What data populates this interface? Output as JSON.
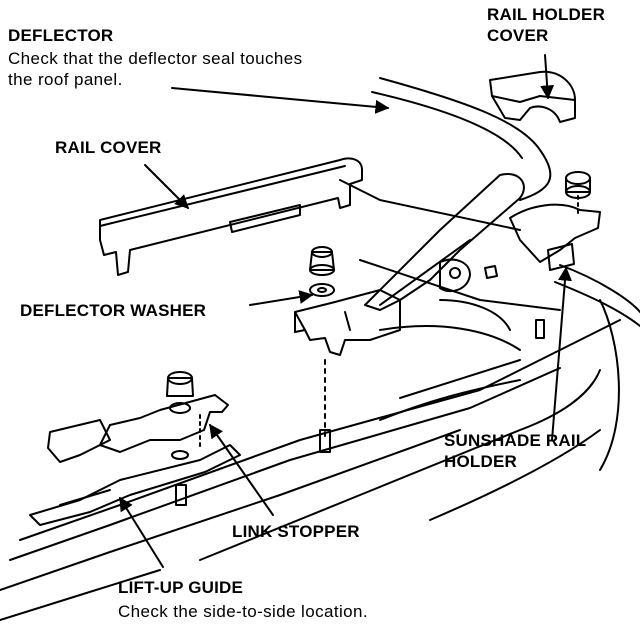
{
  "labels": {
    "deflector": {
      "title": "DEFLECTOR",
      "note_line1": "Check that the deflector seal touches",
      "note_line2": "the roof panel."
    },
    "rail_holder_cover": {
      "line1": "RAIL HOLDER",
      "line2": "COVER"
    },
    "rail_cover": {
      "title": "RAIL COVER"
    },
    "deflector_washer": {
      "title": "DEFLECTOR WASHER"
    },
    "sunshade_rail_holder": {
      "line1": "SUNSHADE RAIL",
      "line2": "HOLDER"
    },
    "link_stopper": {
      "title": "LINK STOPPER"
    },
    "lift_up_guide": {
      "title": "LIFT-UP GUIDE",
      "note": "Check the side-to-side location."
    }
  },
  "colors": {
    "ink": "#000000",
    "paper": "#ffffff"
  }
}
